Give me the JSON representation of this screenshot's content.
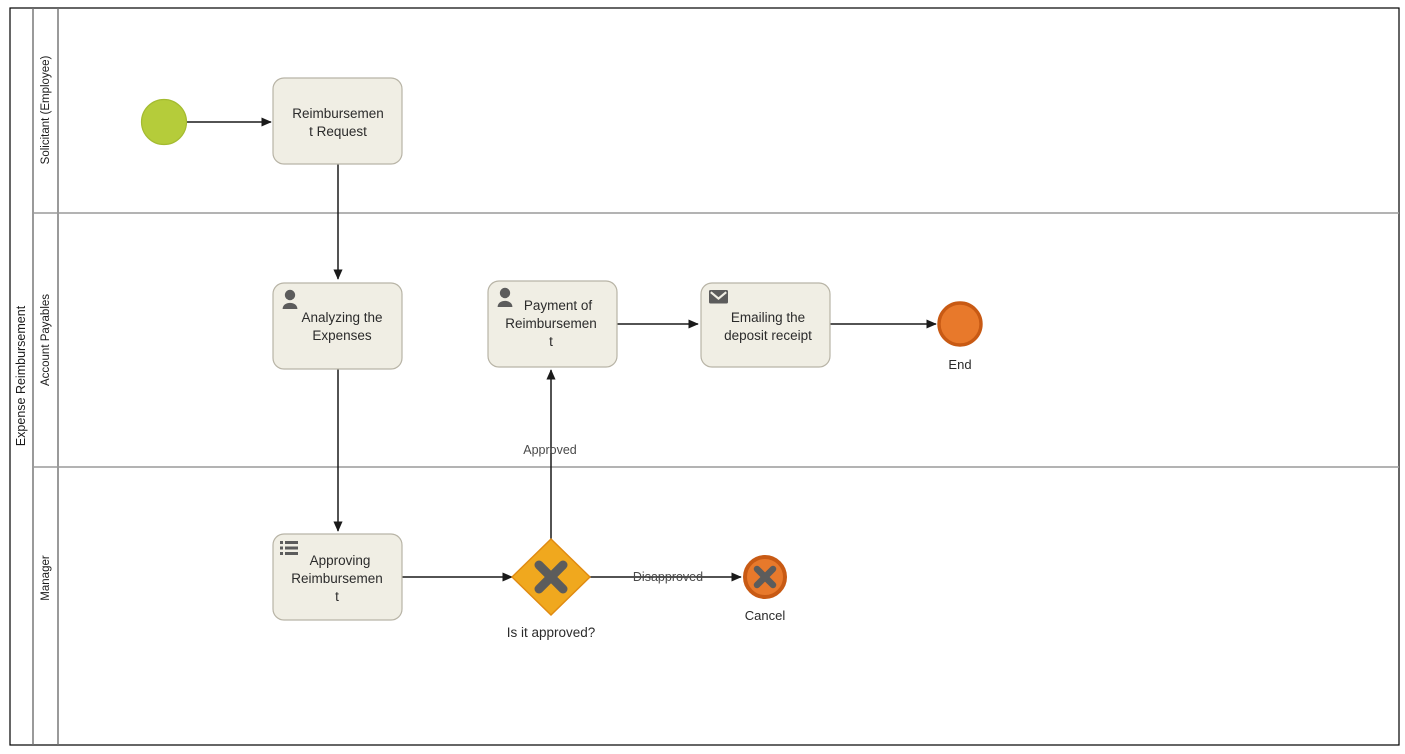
{
  "pool": {
    "label": "Expense Reimbursement",
    "lanes": [
      {
        "id": "lane-solicitant",
        "label": "Solicitant (Employee)"
      },
      {
        "id": "lane-account-payables",
        "label": "Account Payables"
      },
      {
        "id": "lane-manager",
        "label": "Manager"
      }
    ]
  },
  "events": {
    "start": {
      "name": "start-event",
      "label": "",
      "color": "#b5cc3a"
    },
    "end": {
      "name": "end-event",
      "label": "End",
      "color": "#e8792b",
      "border": "#c85a14"
    },
    "cancel": {
      "name": "cancel-end-event",
      "label": "Cancel",
      "color": "#e8792b",
      "border": "#c85a14",
      "mark": "x"
    }
  },
  "tasks": [
    {
      "id": "task-reimbursement-request",
      "lines": [
        "Reimbursemen",
        "t Request"
      ],
      "icon": "none"
    },
    {
      "id": "task-analyzing-expenses",
      "lines": [
        "Analyzing the",
        "Expenses"
      ],
      "icon": "user-icon"
    },
    {
      "id": "task-payment-of-reimbursement",
      "lines": [
        "Payment of",
        "Reimbursemen",
        "t"
      ],
      "icon": "user-icon"
    },
    {
      "id": "task-emailing-deposit-receipt",
      "lines": [
        "Emailing the",
        "deposit receipt"
      ],
      "icon": "envelope-icon"
    },
    {
      "id": "task-approving-reimbursement",
      "lines": [
        "Approving",
        "Reimbursemen",
        "t"
      ],
      "icon": "list-icon"
    }
  ],
  "gateway": {
    "id": "gateway-is-it-approved",
    "label": "Is it approved?",
    "color": "#f0a81e",
    "border": "#e08a10",
    "mark": "x"
  },
  "flow_labels": {
    "approved": "Approved",
    "disapproved": "Disapproved"
  },
  "colors": {
    "task_fill": "#f0eee4",
    "task_stroke": "#b8b4a6",
    "flow": "#1a1a1a",
    "lane_divider": "#9a9a9a",
    "pool_border": "#000000"
  }
}
